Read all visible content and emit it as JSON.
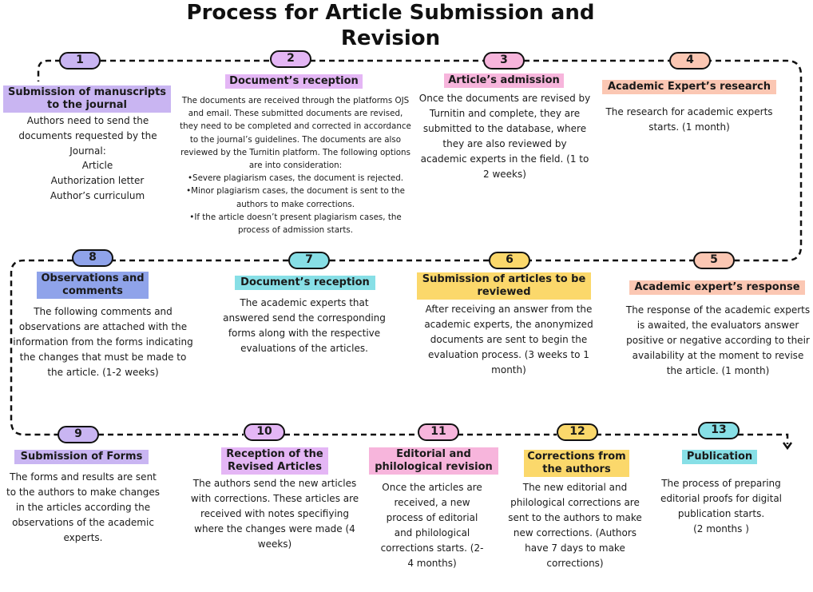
{
  "title": "Process for Article Submission and Revision",
  "colors": {
    "lavender": "#c9b5f2",
    "pink": "#f7b5dc",
    "peach": "#fbc7b3",
    "cyan": "#87dfe6",
    "periwinkle": "#8fa3ea",
    "yellow": "#fbd86b",
    "violet": "#e4b6f5",
    "line": "#111111"
  },
  "steps": [
    {
      "number": "1",
      "title": "Submission of manuscripts to the journal",
      "text": "Authors need to send the documents requested by the Journal:",
      "list": [
        "Article",
        "Authorization letter",
        "Author’s curriculum"
      ],
      "color": "#c9b5f2"
    },
    {
      "number": "2",
      "title": "Document’s reception",
      "text": "The documents are received through the platforms OJS and email. These submitted documents are revised, they need to be completed and corrected in accordance to the journal’s guidelines. The documents are also reviewed by the Turnitin platform. The following options are into consideration:\n•Severe plagiarism cases,  the document is rejected.\n•Minor plagiarism cases, the document is sent to the authors to make corrections.\n•If the article doesn’t present plagiarism cases, the process of admission starts.",
      "color": "#e4b6f5"
    },
    {
      "number": "3",
      "title": "Article’s admission",
      "text": "Once the documents are revised by Turnitin and complete, they are submitted to the database, where they are also reviewed by academic experts in the field. (1 to 2 weeks)",
      "color": "#f7b5dc"
    },
    {
      "number": "4",
      "title": "Academic Expert’s research",
      "text": "The research for academic experts starts.  (1 month)",
      "color": "#fbc7b3"
    },
    {
      "number": "5",
      "title": "Academic expert’s response",
      "text": "The response of the academic experts is awaited, the evaluators answer positive or negative according to their availability at the moment to revise the article. (1 month)",
      "color": "#fbc7b3"
    },
    {
      "number": "6",
      "title": "Submission of articles to be reviewed",
      "text": "After receiving an answer from the academic experts, the anonymized documents are sent to begin the evaluation process. (3 weeks to 1 month)",
      "color": "#fbd86b"
    },
    {
      "number": "7",
      "title": "Document’s reception",
      "text": "The academic experts that answered send the corresponding forms along with the respective evaluations of the articles.",
      "color": "#87dfe6"
    },
    {
      "number": "8",
      "title": "Observations and comments",
      "text": "The following comments and observations are attached with the information from the forms indicating the changes that must be made to the article. (1-2 weeks)",
      "color": "#8fa3ea"
    },
    {
      "number": "9",
      "title": "Submission of Forms",
      "text": "The forms and results are sent to the authors to make changes in the articles according the observations of the academic experts.",
      "color": "#c9b5f2"
    },
    {
      "number": "10",
      "title": "Reception of the Revised Articles",
      "text": "The authors send the new articles with corrections. These articles are received with notes specifiying where the changes were made  (4 weeks)",
      "color": "#e4b6f5"
    },
    {
      "number": "11",
      "title": "Editorial and philological revision",
      "text": "Once the articles are received, a new process of editorial and philological corrections starts. (2-4 months)",
      "color": "#f7b5dc"
    },
    {
      "number": "12",
      "title": "Corrections from the authors",
      "text": "The new editorial and philological corrections are sent to the authors to make new corrections. (Authors have 7 days to make corrections)",
      "color": "#fbd86b"
    },
    {
      "number": "13",
      "title": "Publication",
      "text": "The process of preparing editorial proofs for digital publication starts.\n(2 months )",
      "color": "#87dfe6"
    }
  ]
}
